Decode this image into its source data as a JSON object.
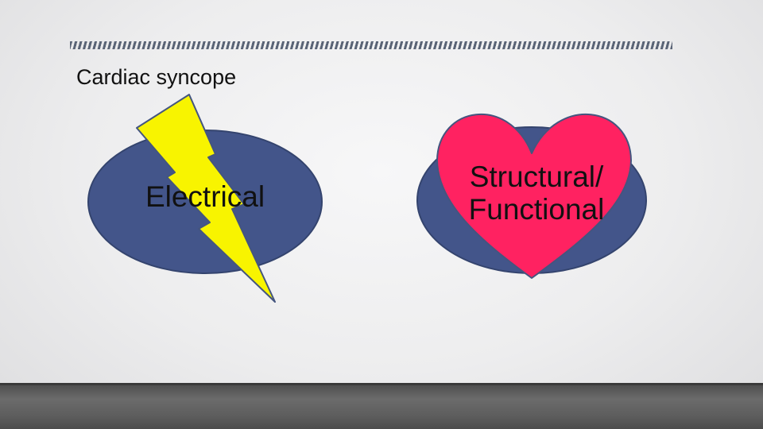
{
  "slide": {
    "title": "Cardiac syncope",
    "left_shape": {
      "label": "Electrical",
      "icon": "lightning-bolt-icon"
    },
    "right_shape": {
      "label": "Structural/ Functional",
      "icon": "heart-icon"
    }
  },
  "colors": {
    "ellipse_fill": "#43558a",
    "bolt_fill": "#f8f400",
    "heart_fill": "#ff2261",
    "outline": "#3a4a75"
  }
}
